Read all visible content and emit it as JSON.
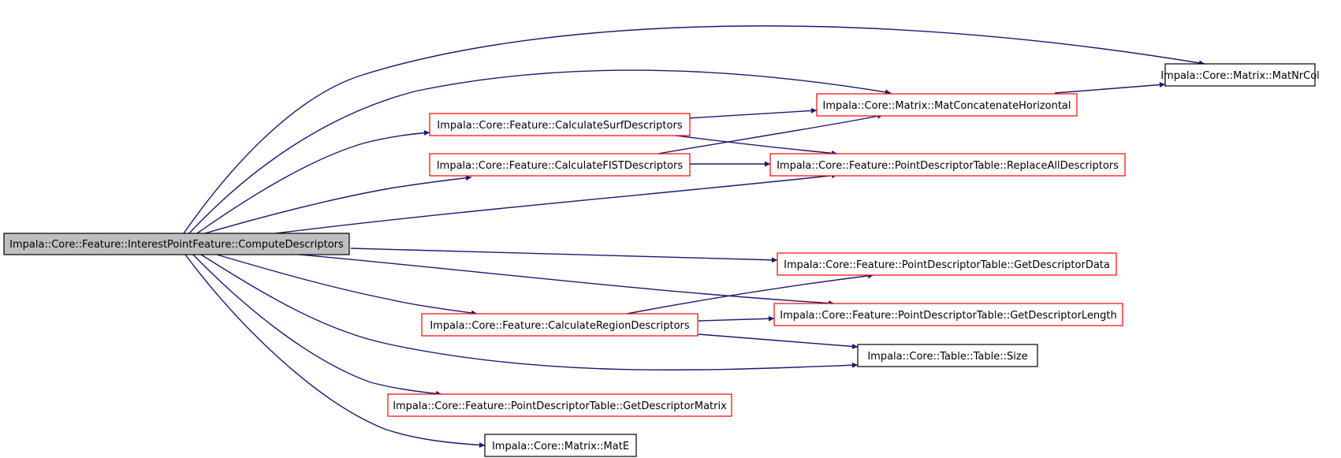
{
  "colors": {
    "edge": "#191970",
    "root_fill": "#bfbfbf",
    "root_border": "#000000",
    "linked_border": "#ff0000",
    "plain_border": "#000000",
    "node_fill": "#ffffff"
  },
  "nodes": {
    "compute_descriptors": {
      "label": "Impala::Core::Feature::InterestPointFeature::ComputeDescriptors",
      "style": "root"
    },
    "mat_nr_col": {
      "label": "Impala::Core::Matrix::MatNrCol",
      "style": "plain"
    },
    "mat_concatenate_horizontal": {
      "label": "Impala::Core::Matrix::MatConcatenateHorizontal",
      "style": "linked"
    },
    "calculate_surf_descriptors": {
      "label": "Impala::Core::Feature::CalculateSurfDescriptors",
      "style": "linked"
    },
    "calculate_fist_descriptors": {
      "label": "Impala::Core::Feature::CalculateFISTDescriptors",
      "style": "linked"
    },
    "replace_all_descriptors": {
      "label": "Impala::Core::Feature::PointDescriptorTable::ReplaceAllDescriptors",
      "style": "linked"
    },
    "get_descriptor_data": {
      "label": "Impala::Core::Feature::PointDescriptorTable::GetDescriptorData",
      "style": "linked"
    },
    "calculate_region_descriptors": {
      "label": "Impala::Core::Feature::CalculateRegionDescriptors",
      "style": "linked"
    },
    "get_descriptor_length": {
      "label": "Impala::Core::Feature::PointDescriptorTable::GetDescriptorLength",
      "style": "linked"
    },
    "table_size": {
      "label": "Impala::Core::Table::Table::Size",
      "style": "plain"
    },
    "get_descriptor_matrix": {
      "label": "Impala::Core::Feature::PointDescriptorTable::GetDescriptorMatrix",
      "style": "linked"
    },
    "mat_e": {
      "label": "Impala::Core::Matrix::MatE",
      "style": "plain"
    }
  },
  "edges": [
    {
      "from": "compute_descriptors",
      "to": "mat_nr_col"
    },
    {
      "from": "compute_descriptors",
      "to": "mat_concatenate_horizontal"
    },
    {
      "from": "compute_descriptors",
      "to": "calculate_surf_descriptors"
    },
    {
      "from": "compute_descriptors",
      "to": "calculate_fist_descriptors"
    },
    {
      "from": "compute_descriptors",
      "to": "replace_all_descriptors"
    },
    {
      "from": "compute_descriptors",
      "to": "get_descriptor_data"
    },
    {
      "from": "compute_descriptors",
      "to": "get_descriptor_length"
    },
    {
      "from": "compute_descriptors",
      "to": "calculate_region_descriptors"
    },
    {
      "from": "compute_descriptors",
      "to": "table_size"
    },
    {
      "from": "compute_descriptors",
      "to": "get_descriptor_matrix"
    },
    {
      "from": "compute_descriptors",
      "to": "mat_e"
    },
    {
      "from": "mat_concatenate_horizontal",
      "to": "mat_nr_col"
    },
    {
      "from": "calculate_surf_descriptors",
      "to": "mat_concatenate_horizontal"
    },
    {
      "from": "calculate_surf_descriptors",
      "to": "replace_all_descriptors"
    },
    {
      "from": "calculate_fist_descriptors",
      "to": "mat_concatenate_horizontal"
    },
    {
      "from": "calculate_fist_descriptors",
      "to": "replace_all_descriptors"
    },
    {
      "from": "calculate_region_descriptors",
      "to": "get_descriptor_data"
    },
    {
      "from": "calculate_region_descriptors",
      "to": "get_descriptor_length"
    },
    {
      "from": "calculate_region_descriptors",
      "to": "table_size"
    }
  ]
}
